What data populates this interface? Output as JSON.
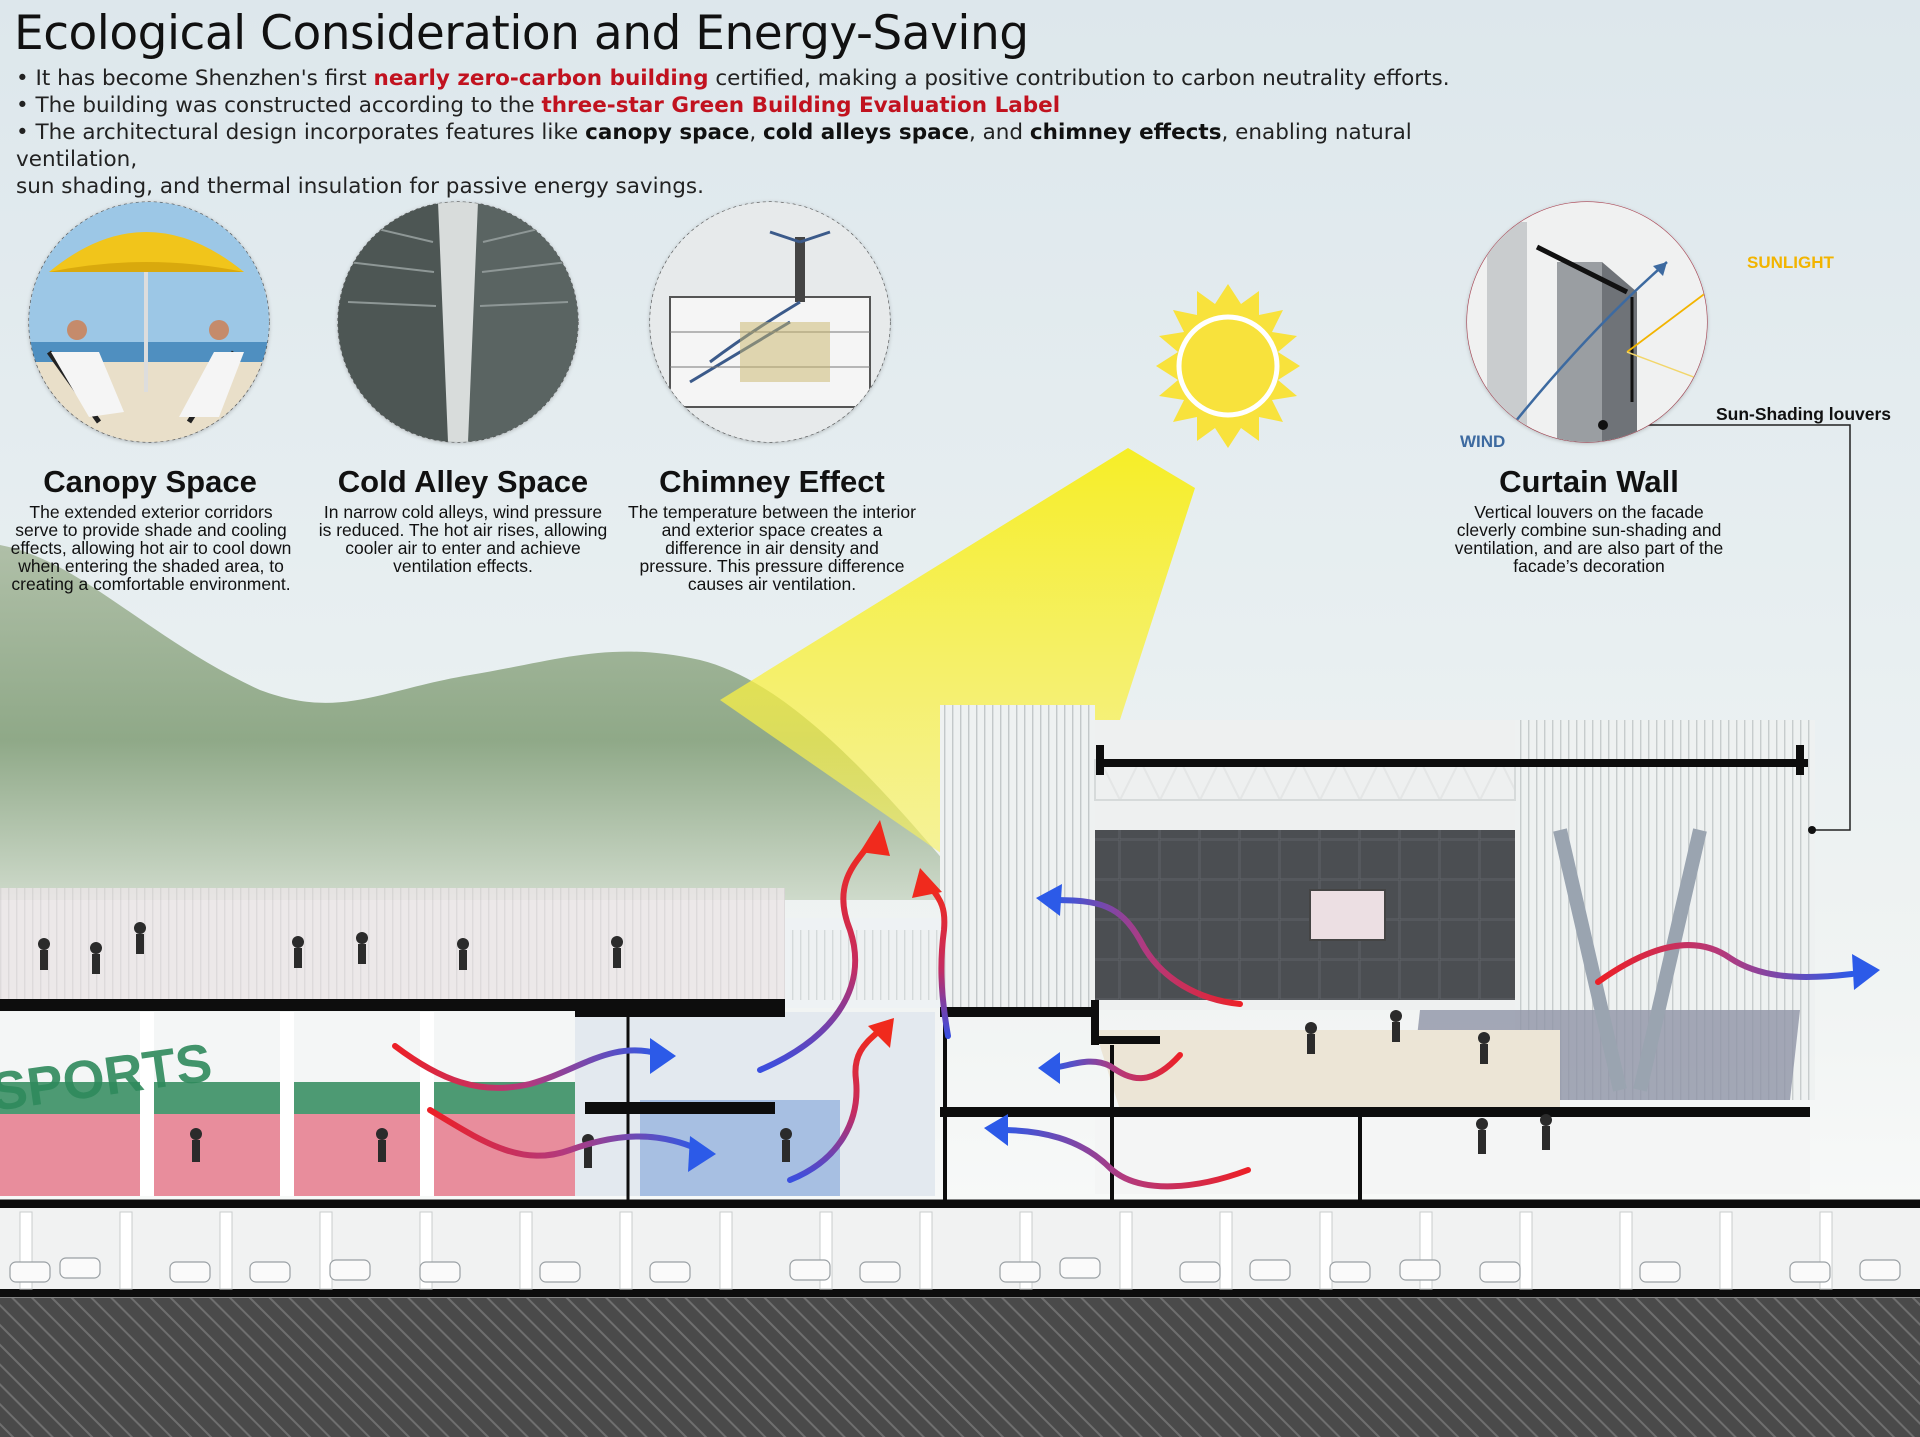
{
  "header": {
    "title": "Ecological Consideration and Energy-Saving",
    "bullet1": {
      "prefix": "• It has become Shenzhen's first ",
      "highlight": "nearly zero-carbon building",
      "suffix": " certified, making a positive contribution to carbon neutrality efforts."
    },
    "bullet2": {
      "prefix": "• The building was constructed according to the ",
      "highlight": "three-star Green Building Evaluation Label"
    },
    "bullet3": {
      "prefix": "• The architectural design incorporates features like ",
      "k1": "canopy space",
      "sep1": ", ",
      "k2": "cold alleys space",
      "sep2": ", and ",
      "k3": "chimney effects",
      "suffix": ", enabling natural ventilation,",
      "line2": "sun shading, and thermal insulation for passive energy savings."
    }
  },
  "features": {
    "canopy": {
      "title": "Canopy Space",
      "description": "The extended exterior corridors serve to provide shade and cooling effects, allowing hot air to cool down when entering the shaded area, to creating a comfortable environment."
    },
    "cold_alley": {
      "title": "Cold Alley Space",
      "description": "In narrow cold alleys, wind pressure is reduced. The hot air rises, allowing cooler air to enter and achieve ventilation effects."
    },
    "chimney": {
      "title": "Chimney Effect",
      "description": "The temperature between the interior and exterior space creates a difference in air density and pressure. This pressure difference causes air ventilation."
    },
    "curtain_wall": {
      "title": "Curtain Wall",
      "description": "Vertical louvers on the facade cleverly combine sun-shading and ventilation, and are also part of the facade’s decoration"
    }
  },
  "callouts": {
    "sunlight": "SUNLIGHT",
    "wind": "WIND",
    "louvers": "Sun-Shading louvers"
  },
  "mural": {
    "letters": "SPORTS"
  },
  "colors": {
    "highlight_red": "#c1121f",
    "sun_yellow": "#f7e13a",
    "sunlight_label": "#f2b400",
    "wind_label": "#3d6aa0",
    "air_warm": "#e8232b",
    "air_cool": "#2457e6"
  }
}
